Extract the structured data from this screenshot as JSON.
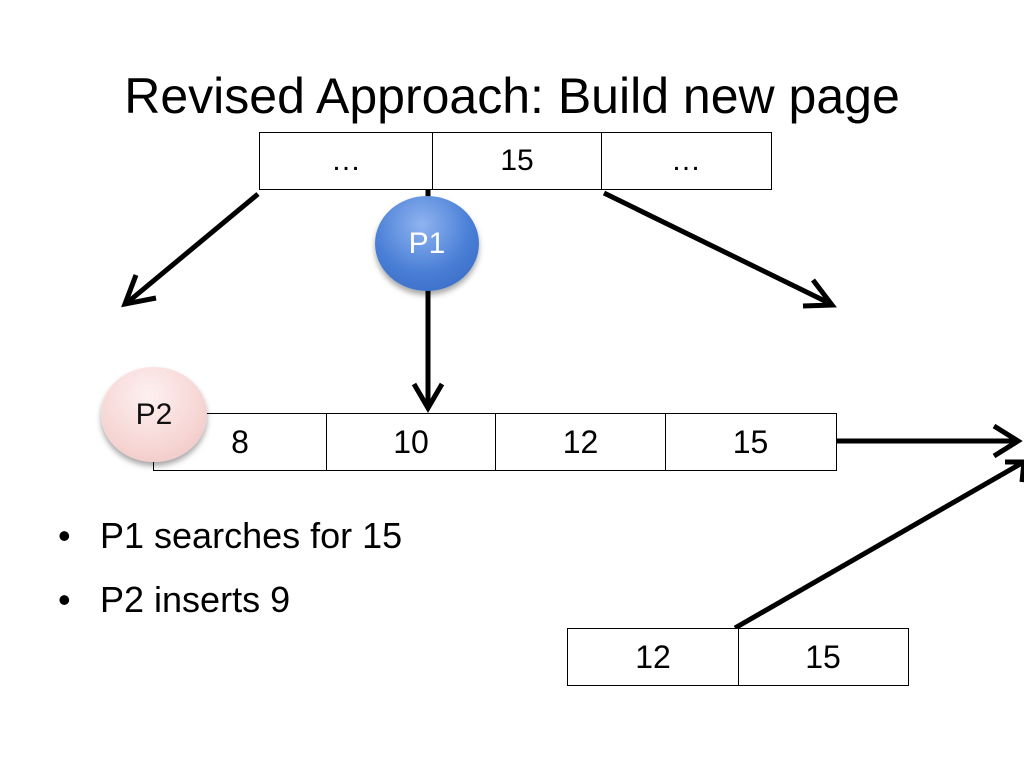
{
  "slide": {
    "title": "Revised Approach: Build new page",
    "bullets": [
      "P1 searches for 15",
      "P2 inserts 9"
    ]
  },
  "diagram": {
    "top_node": [
      "…",
      "15",
      "…"
    ],
    "middle_node": [
      "8",
      "10",
      "12",
      "15"
    ],
    "new_node": [
      "12",
      "15"
    ],
    "processes": {
      "p1": "P1",
      "p2": "P2"
    }
  },
  "colors": {
    "p1_fill": "#4a7fd6",
    "p2_fill": "#f6d6d4",
    "line": "#000000"
  }
}
